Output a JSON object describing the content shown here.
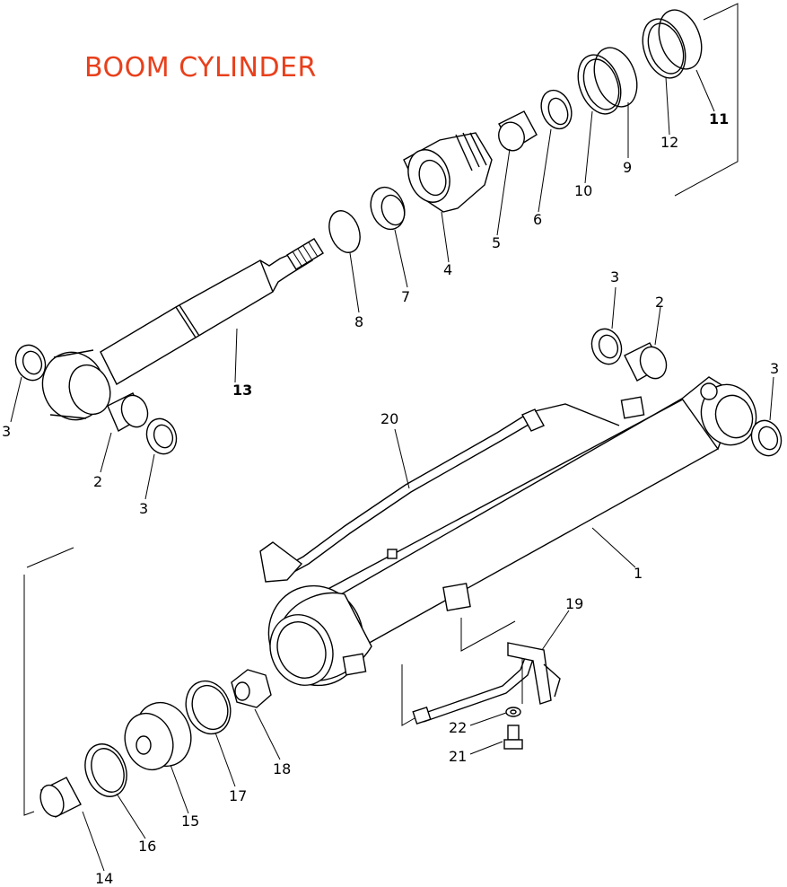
{
  "title": "BOOM CYLINDER",
  "colors": {
    "title": "#e8401c",
    "lines": "#000000",
    "background": "#ffffff"
  },
  "labels": {
    "l1": "1",
    "l2a": "2",
    "l2b": "2",
    "l3a": "3",
    "l3b": "3",
    "l3c": "3",
    "l3d": "3",
    "l4": "4",
    "l5": "5",
    "l6": "6",
    "l7": "7",
    "l8": "8",
    "l9": "9",
    "l10": "10",
    "l11": "11",
    "l12": "12",
    "l13": "13",
    "l14": "14",
    "l15": "15",
    "l16": "16",
    "l17": "17",
    "l18": "18",
    "l19": "19",
    "l20": "20",
    "l21": "21",
    "l22": "22"
  }
}
